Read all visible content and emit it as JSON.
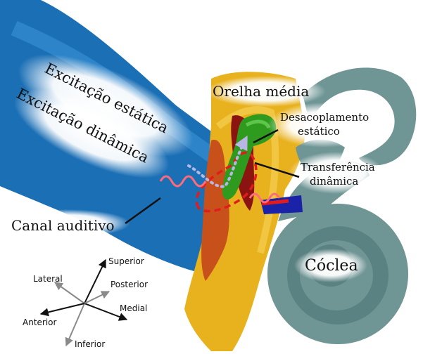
{
  "labels": {
    "excitacao_estatica": "Excitação estática",
    "excitacao_dinamica": "Excitação dinâmica",
    "orelha_media": "Orelha média",
    "desacoplamento_l1": "Desacoplamento",
    "desacoplamento_l2": "estático",
    "transferencia_l1": "Transferência",
    "transferencia_l2": "dinâmica",
    "canal_auditivo": "Canal auditivo",
    "coclea": "Cóclea"
  },
  "compass": {
    "superior": "Superior",
    "posterior": "Posterior",
    "lateral": "Lateral",
    "medial": "Medial",
    "anterior": "Anterior",
    "inferior": "Inferior"
  },
  "colors": {
    "ear_canal": "#1a6fb5",
    "ossicle_bone": "#e8b21e",
    "cochlea": "#6f9595",
    "incus": "#2e9b1e",
    "malleus": "#c8501b",
    "stapes": "#8b1410",
    "stapes_blue": "#1a23a8",
    "dashed_red": "#e21c1c",
    "dotted_lavender": "#b9b6e6",
    "wave_pink": "#ff6b7a"
  },
  "icons": [
    "compass-arrows-icon",
    "dotted-arrow-icon",
    "wave-icon"
  ]
}
